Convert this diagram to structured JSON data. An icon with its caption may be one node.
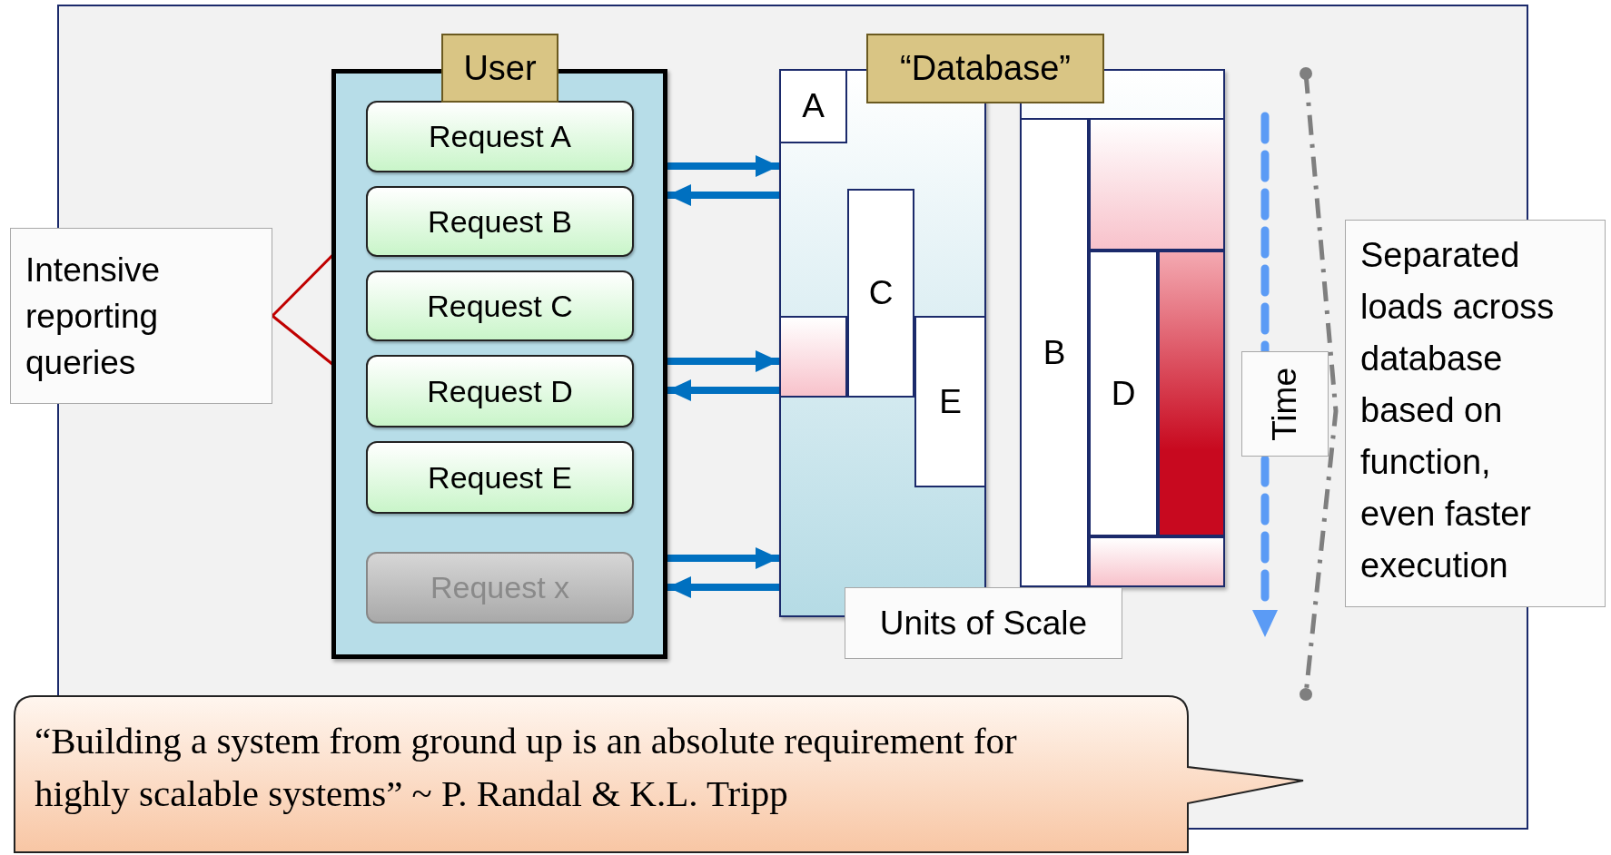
{
  "diagram": {
    "nodes": [
      {
        "text": [
          "User"
        ]
      },
      {
        "text": [
          "Request A"
        ],
        "in": 0
      },
      {
        "text": [
          "Request B"
        ],
        "in": 0
      },
      {
        "text": [
          "Request C"
        ],
        "in": 0
      },
      {
        "text": [
          "Request D"
        ],
        "in": 0
      },
      {
        "text": [
          "Request E"
        ],
        "in": 0
      },
      {
        "text": [
          "Request x"
        ],
        "in": 0
      },
      {
        "text": [
          "Intensive reporting queries"
        ]
      },
      {
        "text": [
          "“Database”"
        ]
      },
      {
        "text": [],
        "shape": "box"
      },
      {
        "text": [
          "A"
        ],
        "in": 9
      },
      {
        "text": [
          "C"
        ],
        "in": 9
      },
      {
        "text": [
          "E"
        ],
        "in": 9
      },
      {
        "text": [],
        "shape": "bar",
        "in": 9
      },
      {
        "text": [],
        "shape": "box"
      },
      {
        "text": [
          "B"
        ],
        "in": 14
      },
      {
        "text": [],
        "shape": "bar",
        "in": 14
      },
      {
        "text": [
          "D"
        ],
        "in": 14
      },
      {
        "text": [],
        "shape": "bar",
        "in": 14
      },
      {
        "text": [],
        "shape": "bar",
        "in": 14
      },
      {
        "text": [
          "Units of Scale"
        ]
      },
      {
        "text": [
          "Time"
        ]
      },
      {
        "text": [
          "Separated loads across database based on function, even faster execution"
        ]
      },
      {
        "text": [
          "“Building a system from ground up is an absolute requirement for highly scalable systems” ~ P. Randal & K.L. Tripp"
        ]
      }
    ],
    "edges": [
      {
        "from": 7,
        "to": 2,
        "arrow": "to",
        "color": "#c00000"
      },
      {
        "from": 7,
        "to": 4,
        "arrow": "to",
        "color": "#c00000"
      },
      {
        "from": 0,
        "to": 9,
        "arrow": "to"
      },
      {
        "from": 9,
        "to": 0,
        "arrow": "to"
      },
      {
        "from": 0,
        "to": 9,
        "arrow": "to"
      },
      {
        "from": 9,
        "to": 0,
        "arrow": "to"
      },
      {
        "from": 0,
        "to": 9,
        "arrow": "to"
      },
      {
        "from": 9,
        "to": 0,
        "arrow": "to"
      }
    ]
  }
}
